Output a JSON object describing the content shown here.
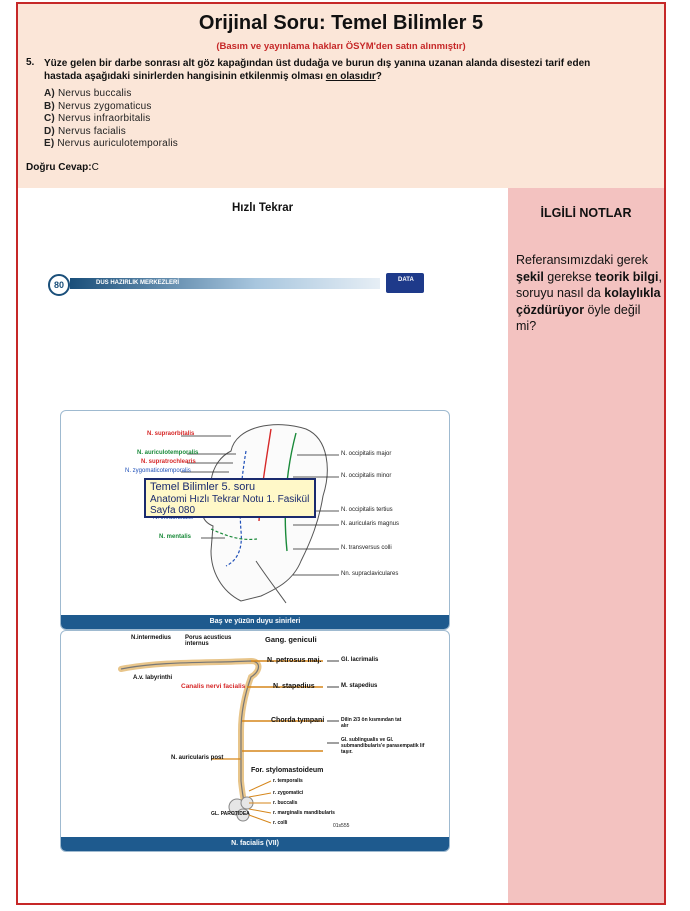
{
  "question": {
    "title": "Orijinal Soru: Temel Bilimler 5",
    "copyright": "(Basım ve yayınlama hakları ÖSYM'den satın alınmıştır)",
    "number": "5.",
    "text_main": "Yüze gelen bir darbe sonrası alt göz kapağından üst dudağa ve burun dış yanına uzanan alanda disestezi tarif eden hastada aşağıdaki sinirlerden hangisinin etkilenmiş olması ",
    "text_emph": "en olasıdır",
    "text_end": "?",
    "options": [
      {
        "letter": "A)",
        "text": "Nervus buccalis"
      },
      {
        "letter": "B)",
        "text": "Nervus zygomaticus"
      },
      {
        "letter": "C)",
        "text": "Nervus infraorbitalis"
      },
      {
        "letter": "D)",
        "text": "Nervus facialis"
      },
      {
        "letter": "E)",
        "text": "Nervus auriculotemporalis"
      }
    ],
    "answer_label": "Doğru Cevap:",
    "answer_value": "C"
  },
  "review": {
    "title": "Hızlı Tekrar"
  },
  "notes": {
    "title": "İLGİLİ NOTLAR",
    "p1": "Referansımızdaki gerek ",
    "b1": "şekil",
    "p2": " gerekse ",
    "b2": "teorik bilgi",
    "p3": ", soruyu nasıl da ",
    "b3": "kolaylıkla çözdürüyor",
    "p4": " öyle değil mi?"
  },
  "page_header": {
    "page_number": "80",
    "center": "DUS HAZIRLIK MERKEZLERİ",
    "logo": "DATA"
  },
  "figure1": {
    "caption": "Baş ve yüzün duyu sinirleri",
    "labels_left": {
      "supraorbitalis": "N. supraorbitalis",
      "auriculotemporalis": "N. auriculotemporalis",
      "supratrochlearis": "N. supratrochlearis",
      "zygomaticotemporalis": "N. zygomaticotemporalis",
      "infraorbitalis": "N. infraorbitalis",
      "mentalis": "N. mentalis"
    },
    "labels_right": {
      "occ_major": "N. occipitalis major",
      "occ_minor": "N. occipitalis minor",
      "occ_tertius": "N. occipitalis tertius",
      "aur_magnus": "N. auricularis magnus",
      "transversus": "N. transversus colli",
      "supraclav": "Nn. supraclaviculares"
    }
  },
  "tooltip": {
    "line1": "Temel Bilimler 5. soru",
    "line2": "Anatomi Hızlı Tekrar Notu 1. Fasikül",
    "line3": "Sayfa 080"
  },
  "figure2": {
    "caption": "N. facialis (VII)",
    "labels": {
      "intermedius": "N.intermedius",
      "porus": "Porus acusticus internus",
      "geniculi": "Gang. geniculi",
      "petrosus": "N. petrosus maj.",
      "lacrimalis": "Gl. lacrimalis",
      "labyrinthi": "A.v. labyrinthi",
      "canalis": "Canalis nervi facialis",
      "stapedius": "N. stapedius",
      "m_stapedius": "M. stapedius",
      "chorda": "Chorda tympani",
      "dilin": "Dilin 2/3 ön kısmından tat alır",
      "sublingualis": "Gl. sublingualis ve Gl. submandibularis'e parasempatik lif taşır.",
      "aur_post": "N. auricularis post",
      "foramen": "For. stylomastoideum",
      "temporalis": "r. temporalis",
      "zygomatici": "r. zygomatici",
      "buccalis": "r. buccalis",
      "marginalis": "r. marginalis mandibularis",
      "colli": "r. colli",
      "parotidea": "GL. PAROTIDEA",
      "code": "01s555"
    }
  }
}
